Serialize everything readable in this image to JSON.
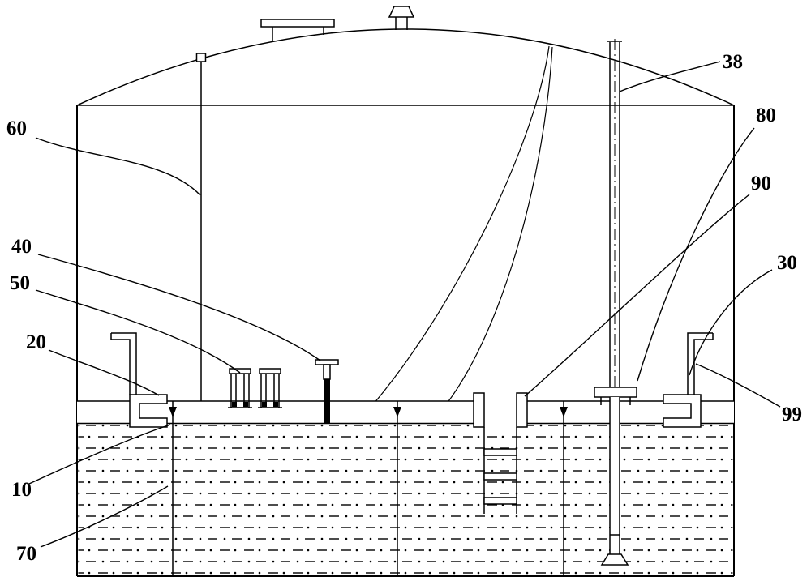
{
  "figure": {
    "kind": "patent-style sectional diagram of a storage tank with internal floating deck",
    "colors": {
      "line": "#000000",
      "background": "#ffffff"
    }
  },
  "labels": {
    "l10": "10",
    "l20": "20",
    "l30": "30",
    "l38": "38",
    "l40": "40",
    "l50": "50",
    "l60": "60",
    "l70": "70",
    "l80": "80",
    "l90": "90",
    "l99": "99"
  }
}
